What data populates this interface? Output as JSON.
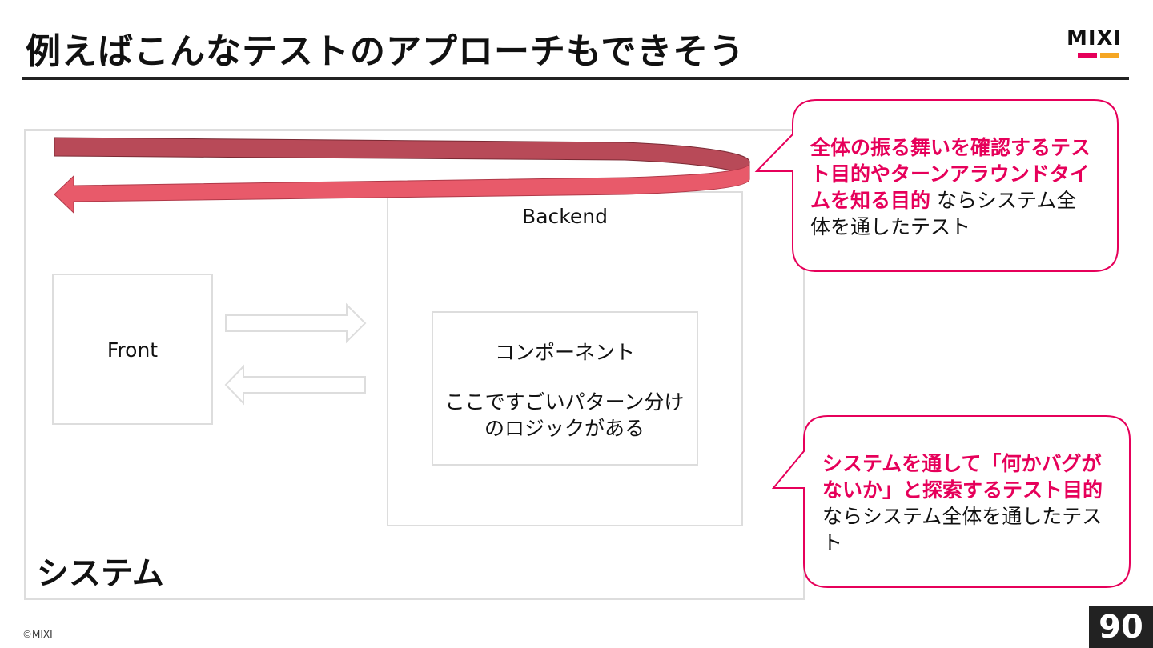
{
  "slide": {
    "title": "例えばこんなテストのアプローチもできそう",
    "logo": "MIXI",
    "copyright": "©MIXI",
    "page_number": "90"
  },
  "colors": {
    "accent": "#e6005a",
    "logo_pink": "#e6005a",
    "logo_orange": "#f5a623",
    "arrow_top": "#b84a58",
    "arrow_bottom": "#e85a6a",
    "border": "#dddddd"
  },
  "diagram": {
    "system_label": "システム",
    "front_label": "Front",
    "backend_label": "Backend",
    "component_label": "コンポーネント",
    "component_desc": "ここですごいパターン分けのロジックがある"
  },
  "callouts": {
    "top": {
      "emphasis": "全体の振る舞いを確認するテスト目的やターンアラウンドタイムを知る目的",
      "rest": " ならシステム全体を通したテスト"
    },
    "bottom": {
      "emphasis": "システムを通して「何かバグがないか」と探索するテスト目的",
      "rest": "ならシステム全体を通したテスト"
    }
  }
}
